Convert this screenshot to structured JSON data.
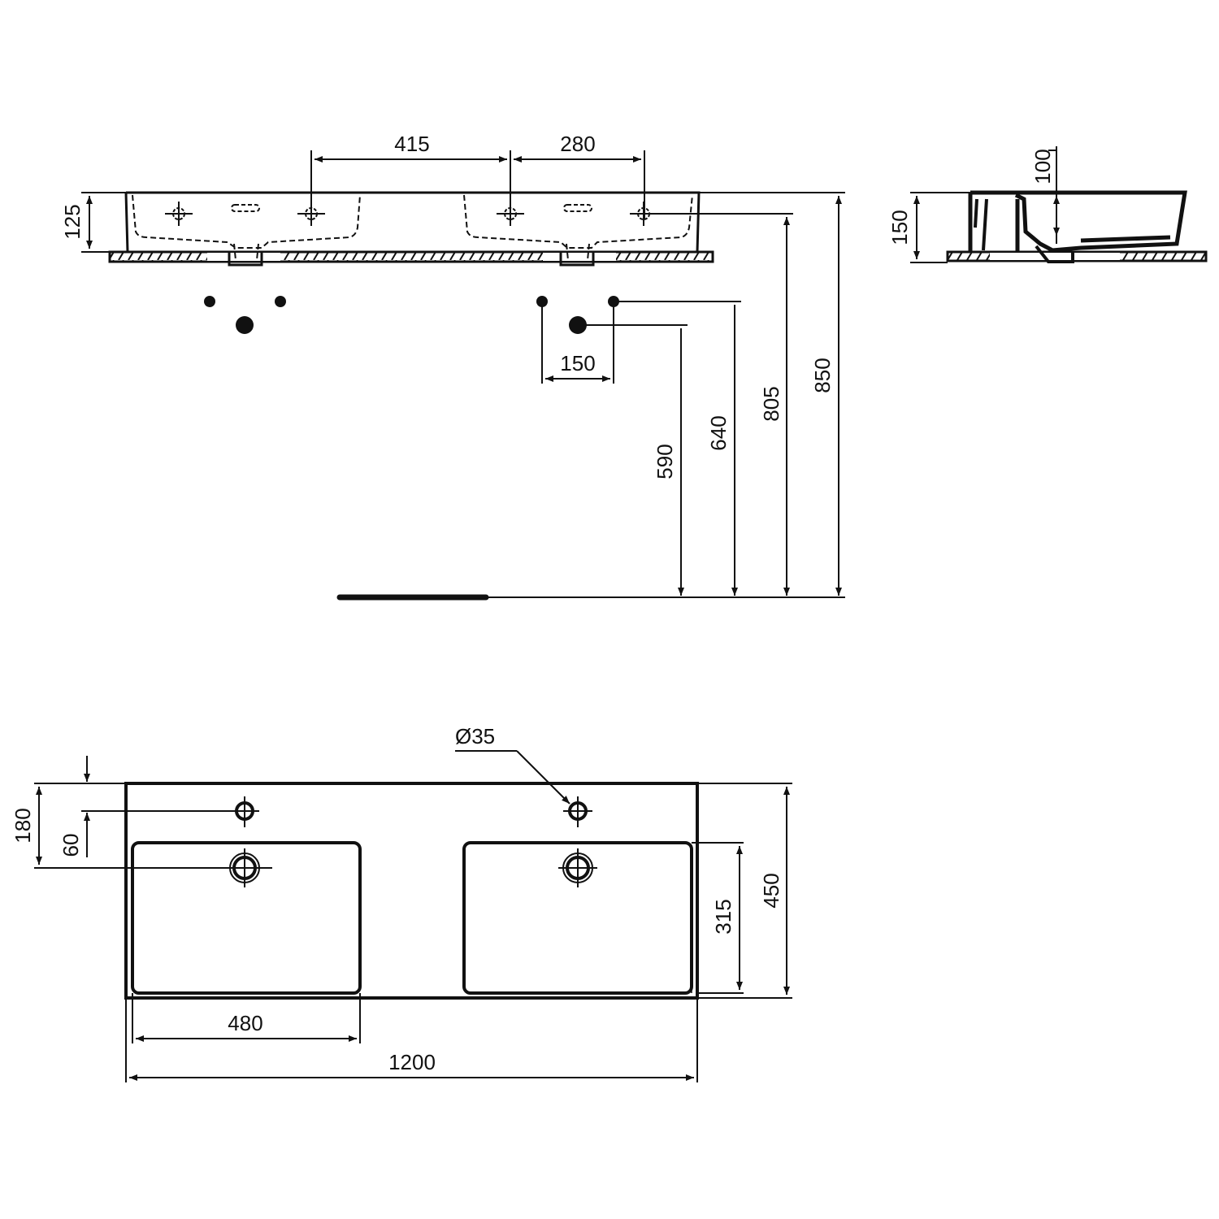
{
  "drawing": {
    "type": "technical-drawing",
    "subject": "double washbasin 1200 mm",
    "colors": {
      "line": "#111111",
      "background": "#ffffff"
    }
  },
  "front_view": {
    "dims": {
      "tap_spacing": "415",
      "tap_to_edge": "280",
      "basin_height": "125",
      "waste_spacing": "150",
      "h590": "590",
      "h640": "640",
      "h805": "805",
      "h850": "850"
    }
  },
  "side_view": {
    "dims": {
      "bowl_depth": "100",
      "total_height": "150"
    }
  },
  "top_view": {
    "dims": {
      "tap_hole_dia": "Ø35",
      "tap_from_back": "60",
      "waste_from_back": "180",
      "bowl_width": "480",
      "total_width": "1200",
      "total_depth": "450",
      "bowl_depth": "315"
    }
  }
}
